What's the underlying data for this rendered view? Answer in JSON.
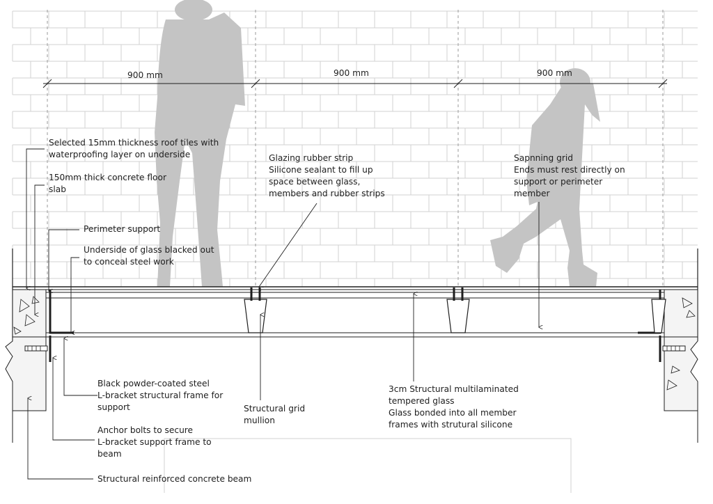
{
  "dimensions": [
    {
      "label": "900 mm"
    },
    {
      "label": "900 mm"
    },
    {
      "label": "900 mm"
    }
  ],
  "annotations": [
    {
      "key": "roof_tiles",
      "text": "Selected 15mm thickness roof tiles with\nwaterproofing layer on underside"
    },
    {
      "key": "floor_slab",
      "text": "150mm thick concrete floor\nslab"
    },
    {
      "key": "perimeter_support",
      "text": "Perimeter support"
    },
    {
      "key": "underside_glass",
      "text": "Underside of glass blacked out\nto conceal steel work"
    },
    {
      "key": "glazing_strip",
      "text": "Glazing rubber strip\nSilicone sealant to fill up\nspace between glass,\nmembers and rubber strips"
    },
    {
      "key": "spanning_grid",
      "text": "Sapnning grid\nEnds must rest directly on\nsupport or perimeter\nmember"
    },
    {
      "key": "l_bracket",
      "text": "Black powder-coated steel\nL-bracket structural frame for\nsupport"
    },
    {
      "key": "grid_mullion",
      "text": "Structural grid\nmullion"
    },
    {
      "key": "structural_glass",
      "text": "3cm Structural multilaminated\ntempered glass\nGlass bonded into all member\nframes with strutural silicone"
    },
    {
      "key": "anchor_bolts",
      "text": "Anchor bolts to secure\nL-bracket support frame to\nbeam"
    },
    {
      "key": "concrete_beam",
      "text": "Structural reinforced concrete beam"
    }
  ],
  "colors": {
    "line": "#1e1e1e",
    "brick": "#cfcfcf",
    "silhouette": "#c4c4c4",
    "grid_dash": "#9a9a9a",
    "concrete": "#f4f4f4"
  }
}
